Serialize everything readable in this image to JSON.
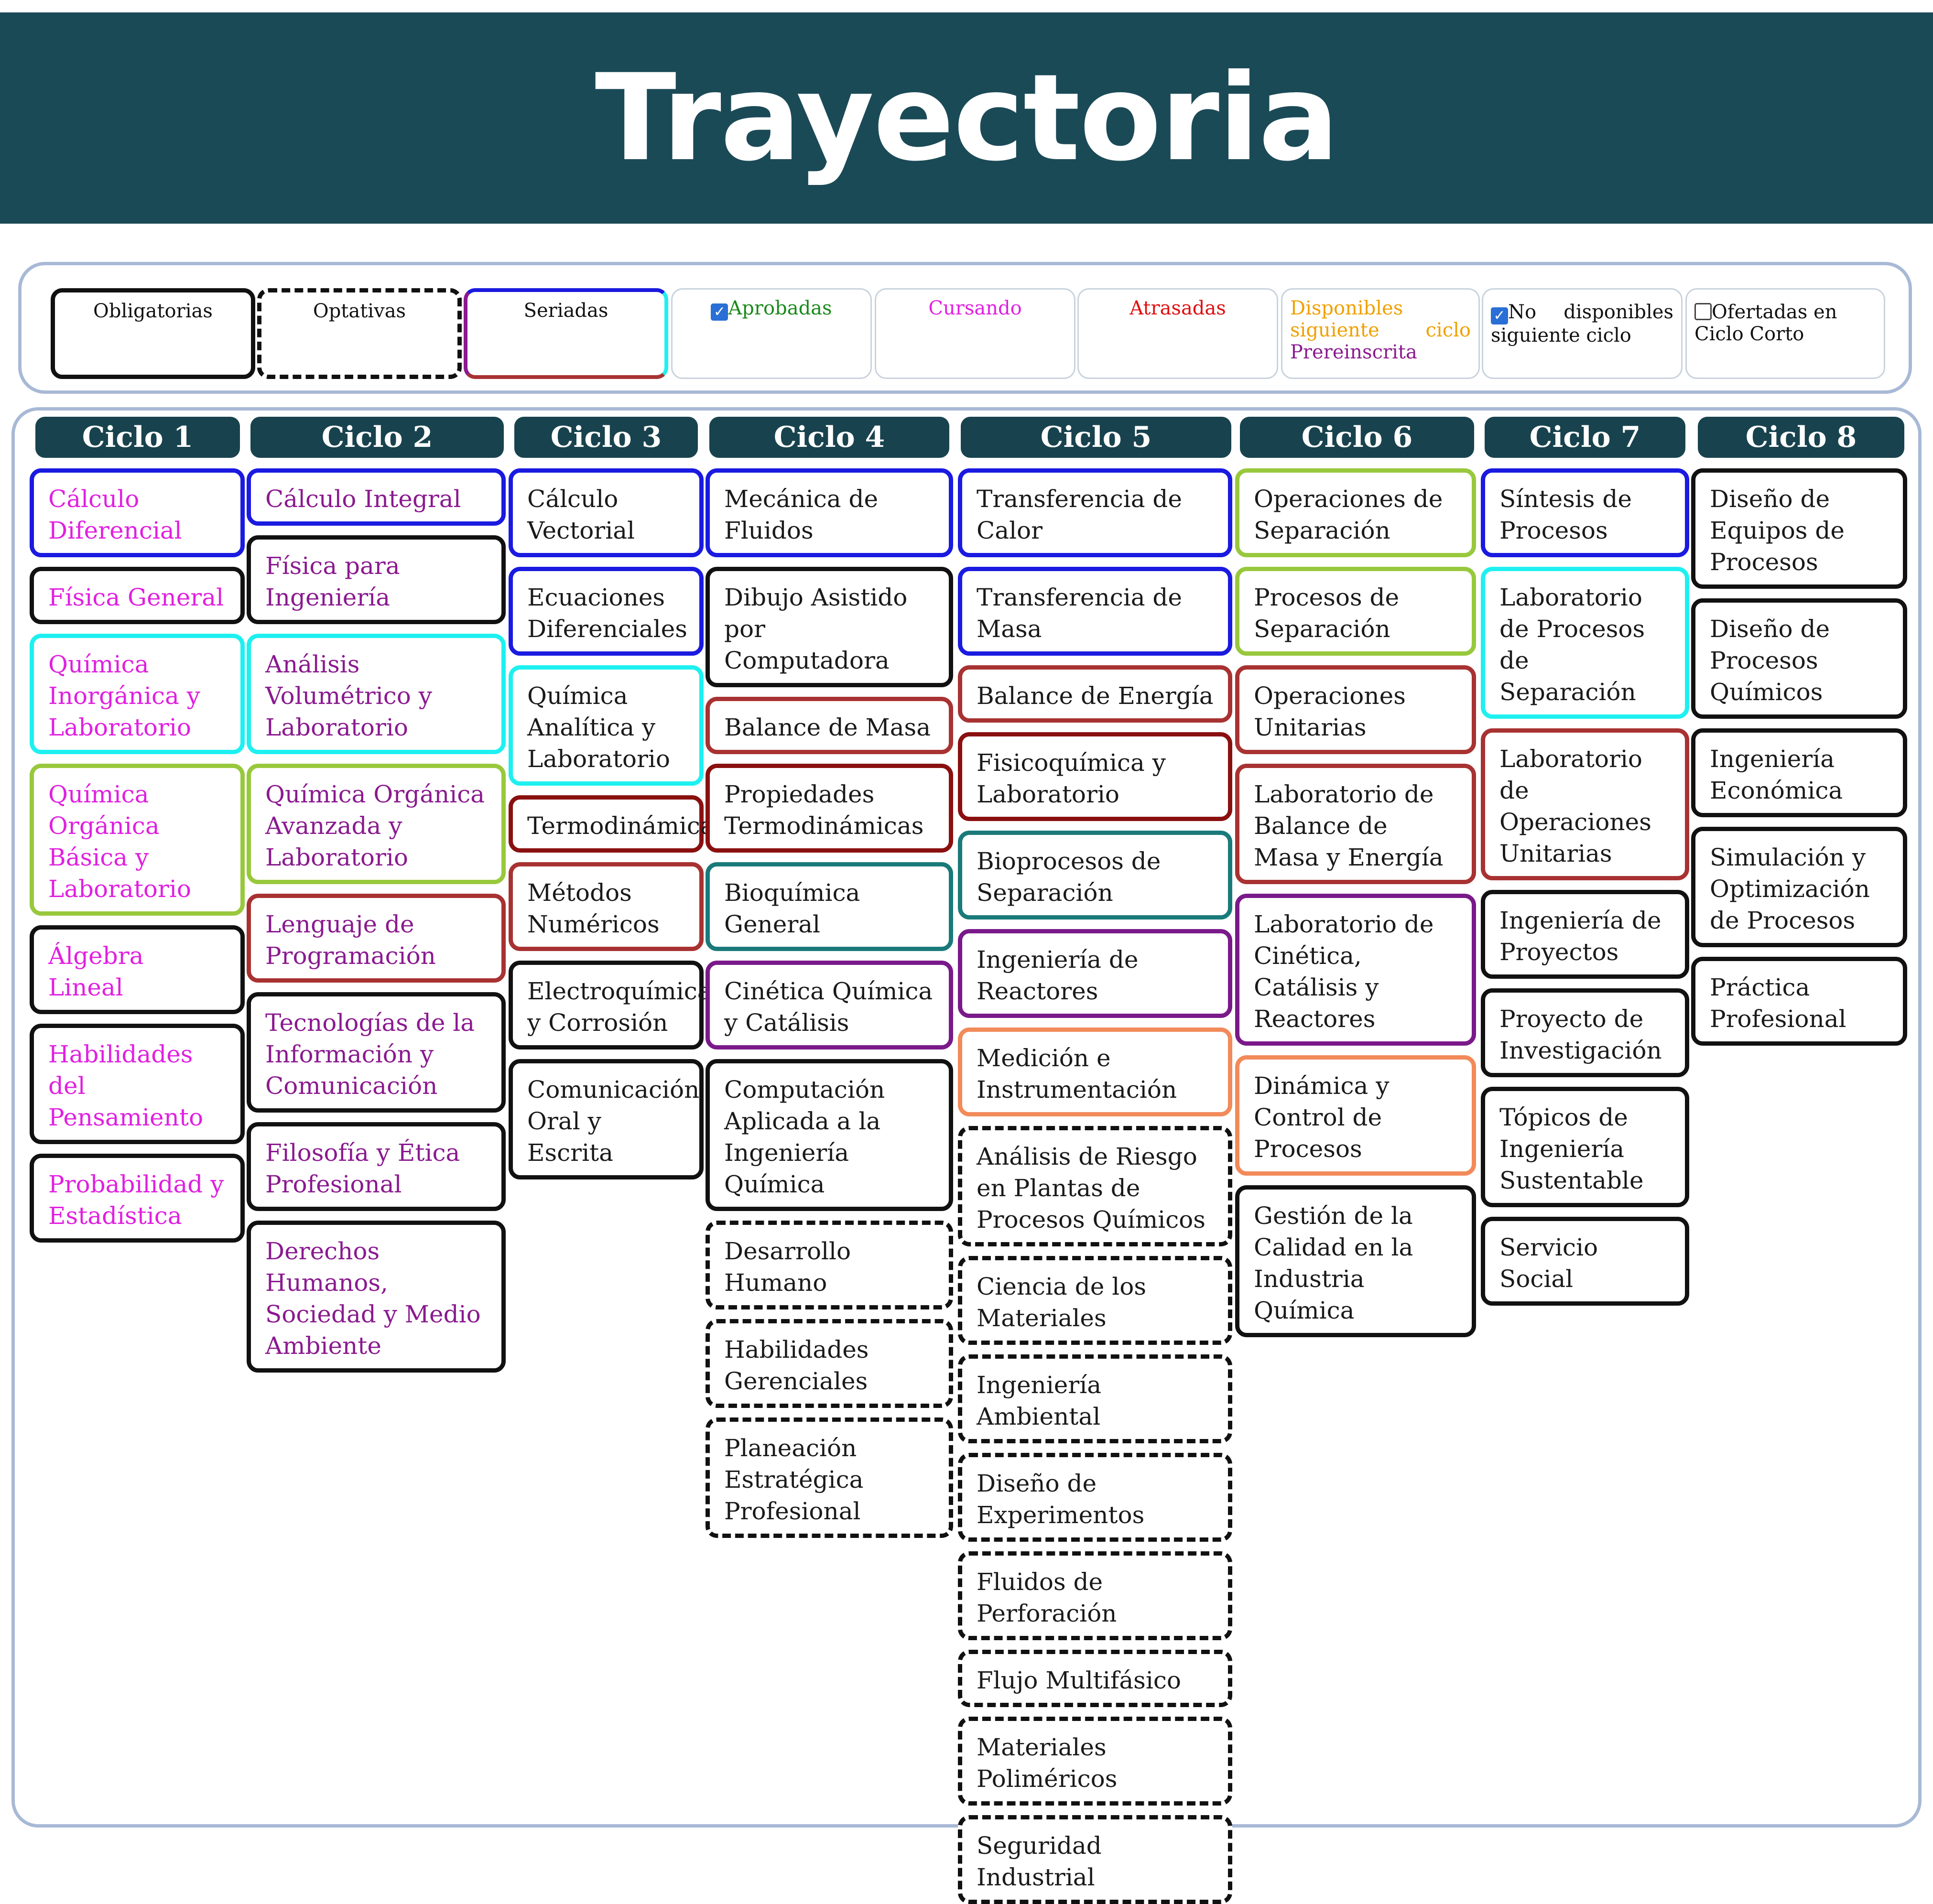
{
  "title": "Trayectoria",
  "legend": {
    "obligatorias": "Obligatorias",
    "optativas": "Optativas",
    "seriadas": "Seriadas",
    "aprobadas": "Aprobadas",
    "cursando": "Cursando",
    "atrasadas": "Atrasadas",
    "disponibles_a": "Disponibles",
    "disponibles_b": "siguiente",
    "disponibles_c": "ciclo",
    "prereinscrita": "Prereinscrita",
    "no_disponibles_a": "No",
    "no_disponibles_b": "disponibles",
    "no_disponibles_c": "siguiente ciclo",
    "ofertadas": "Ofertadas en Ciclo Corto",
    "aprobadas_checked": true,
    "no_disponibles_checked": true,
    "ofertadas_checked": false
  },
  "colors": {
    "banner": "#1b4a57",
    "header": "#18434e",
    "magenta_text": "#e020e0",
    "purple_text": "#8a1a8f",
    "aprobadas_text": "#1a8a1a",
    "atrasadas_text": "#e01010",
    "disponibles_text": "#f0a000",
    "border_blue": "#1a1ae0",
    "border_cyan": "#1ef0f0",
    "border_green": "#98c83c",
    "border_red": "#a83232",
    "border_maroon": "#8a1010",
    "border_teal": "#1a7a7a",
    "border_purple": "#7a1a8a",
    "border_orange": "#f28a5a",
    "border_black": "#111111"
  },
  "cycles": [
    {
      "label": "Ciclo 1",
      "courses": [
        {
          "name": "Cálculo Diferencial",
          "border": "blue",
          "text": "magenta"
        },
        {
          "name": "Física General",
          "border": "black",
          "text": "magenta"
        },
        {
          "name": "Química Inorgánica y Laboratorio",
          "border": "cyan",
          "text": "magenta"
        },
        {
          "name": "Química Orgánica Básica y Laboratorio",
          "border": "green",
          "text": "magenta"
        },
        {
          "name": "Álgebra Lineal",
          "border": "black",
          "text": "magenta"
        },
        {
          "name": "Habilidades del Pensamiento",
          "border": "black",
          "text": "magenta"
        },
        {
          "name": "Probabilidad y Estadística",
          "border": "black",
          "text": "magenta"
        }
      ]
    },
    {
      "label": "Ciclo 2",
      "courses": [
        {
          "name": "Cálculo Integral",
          "border": "blue",
          "text": "purple"
        },
        {
          "name": "Física para Ingeniería",
          "border": "black",
          "text": "purple"
        },
        {
          "name": "Análisis Volumétrico y Laboratorio",
          "border": "cyan",
          "text": "purple"
        },
        {
          "name": "Química Orgánica Avanzada y Laboratorio",
          "border": "green",
          "text": "purple"
        },
        {
          "name": "Lenguaje de Programación",
          "border": "red",
          "text": "purple"
        },
        {
          "name": "Tecnologías de la Información y Comunicación",
          "border": "black",
          "text": "purple"
        },
        {
          "name": "Filosofía y Ética Profesional",
          "border": "black",
          "text": "purple"
        },
        {
          "name": "Derechos Humanos, Sociedad y Medio Ambiente",
          "border": "black",
          "text": "purple"
        }
      ]
    },
    {
      "label": "Ciclo 3",
      "courses": [
        {
          "name": "Cálculo Vectorial",
          "border": "blue",
          "text": "dark"
        },
        {
          "name": "Ecuaciones Diferenciales",
          "border": "blue",
          "text": "dark"
        },
        {
          "name": "Química Analítica y Laboratorio",
          "border": "cyan",
          "text": "dark"
        },
        {
          "name": "Termodinámica",
          "border": "maroon",
          "text": "dark"
        },
        {
          "name": "Métodos Numéricos",
          "border": "red",
          "text": "dark"
        },
        {
          "name": "Electroquímica y Corrosión",
          "border": "black",
          "text": "dark"
        },
        {
          "name": "Comunicación Oral y Escrita",
          "border": "black",
          "text": "dark"
        }
      ]
    },
    {
      "label": "Ciclo 4",
      "courses": [
        {
          "name": "Mecánica de Fluidos",
          "border": "blue",
          "text": "dark"
        },
        {
          "name": "Dibujo Asistido por Computadora",
          "border": "black",
          "text": "dark"
        },
        {
          "name": "Balance de Masa",
          "border": "red",
          "text": "dark"
        },
        {
          "name": "Propiedades Termodinámicas",
          "border": "maroon",
          "text": "dark"
        },
        {
          "name": "Bioquímica General",
          "border": "teal",
          "text": "dark"
        },
        {
          "name": "Cinética Química y Catálisis",
          "border": "purple",
          "text": "dark"
        },
        {
          "name": "Computación Aplicada a la Ingeniería Química",
          "border": "black",
          "text": "dark"
        },
        {
          "name": "Desarrollo Humano",
          "border": "black",
          "text": "dark",
          "optativa": true
        },
        {
          "name": "Habilidades Gerenciales",
          "border": "black",
          "text": "dark",
          "optativa": true
        },
        {
          "name": "Planeación Estratégica Profesional",
          "border": "black",
          "text": "dark",
          "optativa": true
        }
      ]
    },
    {
      "label": "Ciclo 5",
      "courses": [
        {
          "name": "Transferencia de Calor",
          "border": "blue",
          "text": "dark"
        },
        {
          "name": "Transferencia de Masa",
          "border": "blue",
          "text": "dark"
        },
        {
          "name": "Balance de Energía",
          "border": "red",
          "text": "dark"
        },
        {
          "name": "Fisicoquímica y Laboratorio",
          "border": "maroon",
          "text": "dark"
        },
        {
          "name": "Bioprocesos de Separación",
          "border": "teal",
          "text": "dark"
        },
        {
          "name": "Ingeniería de Reactores",
          "border": "purple",
          "text": "dark"
        },
        {
          "name": "Medición e Instrumentación",
          "border": "orange",
          "text": "dark"
        },
        {
          "name": "Análisis de Riesgo en Plantas de Procesos Químicos",
          "border": "black",
          "text": "dark",
          "optativa": true
        },
        {
          "name": "Ciencia de los Materiales",
          "border": "black",
          "text": "dark",
          "optativa": true
        },
        {
          "name": "Ingeniería Ambiental",
          "border": "black",
          "text": "dark",
          "optativa": true
        },
        {
          "name": "Diseño de Experimentos",
          "border": "black",
          "text": "dark",
          "optativa": true
        },
        {
          "name": "Fluidos de Perforación",
          "border": "black",
          "text": "dark",
          "optativa": true
        },
        {
          "name": "Flujo Multifásico",
          "border": "black",
          "text": "dark",
          "optativa": true
        },
        {
          "name": "Materiales Poliméricos",
          "border": "black",
          "text": "dark",
          "optativa": true
        },
        {
          "name": "Seguridad Industrial",
          "border": "black",
          "text": "dark",
          "optativa": true
        }
      ]
    },
    {
      "label": "Ciclo 6",
      "courses": [
        {
          "name": "Operaciones de Separación",
          "border": "green",
          "text": "dark"
        },
        {
          "name": "Procesos de Separación",
          "border": "green",
          "text": "dark"
        },
        {
          "name": "Operaciones Unitarias",
          "border": "red",
          "text": "dark"
        },
        {
          "name": "Laboratorio de Balance de Masa y Energía",
          "border": "red",
          "text": "dark"
        },
        {
          "name": "Laboratorio de Cinética, Catálisis y Reactores",
          "border": "purple",
          "text": "dark"
        },
        {
          "name": "Dinámica y Control de Procesos",
          "border": "orange",
          "text": "dark"
        },
        {
          "name": "Gestión de la Calidad en la Industria Química",
          "border": "black",
          "text": "dark"
        }
      ]
    },
    {
      "label": "Ciclo 7",
      "courses": [
        {
          "name": "Síntesis de Procesos",
          "border": "blue",
          "text": "dark"
        },
        {
          "name": "Laboratorio de Procesos de Separación",
          "border": "cyan",
          "text": "dark"
        },
        {
          "name": "Laboratorio de Operaciones Unitarias",
          "border": "red",
          "text": "dark"
        },
        {
          "name": "Ingeniería de Proyectos",
          "border": "black",
          "text": "dark"
        },
        {
          "name": "Proyecto de Investigación",
          "border": "black",
          "text": "dark"
        },
        {
          "name": "Tópicos de Ingeniería Sustentable",
          "border": "black",
          "text": "dark"
        },
        {
          "name": "Servicio Social",
          "border": "black",
          "text": "dark"
        }
      ]
    },
    {
      "label": "Ciclo 8",
      "courses": [
        {
          "name": "Diseño de Equipos de Procesos",
          "border": "black",
          "text": "dark"
        },
        {
          "name": "Diseño de Procesos Químicos",
          "border": "black",
          "text": "dark"
        },
        {
          "name": "Ingeniería Económica",
          "border": "black",
          "text": "dark"
        },
        {
          "name": "Simulación y Optimización de Procesos",
          "border": "black",
          "text": "dark"
        },
        {
          "name": "Práctica Profesional",
          "border": "black",
          "text": "dark"
        }
      ]
    }
  ]
}
